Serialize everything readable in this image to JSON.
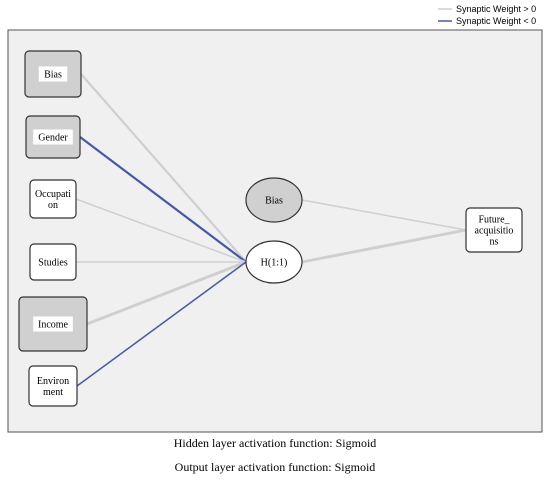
{
  "legend": {
    "positive_label": "Synaptic Weight > 0",
    "negative_label": "Synaptic Weight < 0",
    "positive_color": "#cfcfcf",
    "negative_color": "#4658a8"
  },
  "colors": {
    "plot_background": "#f0f0f0",
    "plot_border": "#555555",
    "node_fill": "#d0d0d0",
    "node_border": "#333333"
  },
  "input_nodes": [
    {
      "id": "bias-input",
      "lines": [
        "Bias"
      ],
      "shaded": true
    },
    {
      "id": "gender",
      "lines": [
        "Gender"
      ],
      "shaded": true
    },
    {
      "id": "occupation",
      "lines": [
        "Occupati",
        "on"
      ],
      "shaded": false
    },
    {
      "id": "studies",
      "lines": [
        "Studies"
      ],
      "shaded": false
    },
    {
      "id": "income",
      "lines": [
        "Income"
      ],
      "shaded": true
    },
    {
      "id": "environment",
      "lines": [
        "Environ",
        "ment"
      ],
      "shaded": false
    }
  ],
  "hidden_nodes": [
    {
      "id": "bias-hidden",
      "lines": [
        "Bias"
      ],
      "shaded": true
    },
    {
      "id": "h11",
      "lines": [
        "H(1:1)"
      ],
      "shaded": false
    }
  ],
  "output_nodes": [
    {
      "id": "future-acquisitions",
      "lines": [
        "Future_",
        "acquisitio",
        "ns"
      ],
      "shaded": false
    }
  ],
  "connections": [
    {
      "from": "bias-input",
      "to": "h11",
      "sign": "positive",
      "strength": 2
    },
    {
      "from": "gender",
      "to": "h11",
      "sign": "negative",
      "strength": 2
    },
    {
      "from": "occupation",
      "to": "h11",
      "sign": "positive",
      "strength": 1
    },
    {
      "from": "studies",
      "to": "h11",
      "sign": "positive",
      "strength": 1
    },
    {
      "from": "income",
      "to": "h11",
      "sign": "positive",
      "strength": 3
    },
    {
      "from": "environment",
      "to": "h11",
      "sign": "negative",
      "strength": 1
    },
    {
      "from": "bias-hidden",
      "to": "future-acquisitions",
      "sign": "positive",
      "strength": 1
    },
    {
      "from": "h11",
      "to": "future-acquisitions",
      "sign": "positive",
      "strength": 3
    }
  ],
  "footer": {
    "hidden_activation": "Hidden layer activation function: Sigmoid",
    "output_activation": "Output layer activation function: Sigmoid"
  }
}
